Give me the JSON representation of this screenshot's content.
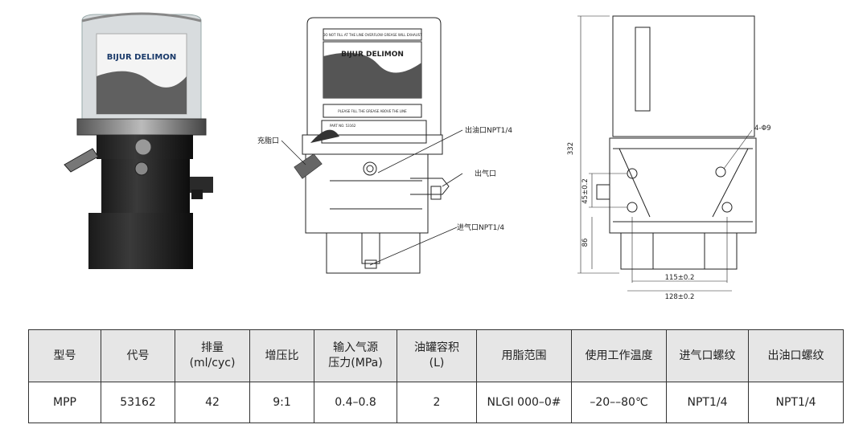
{
  "photo": {
    "brand_logo": "BIJUR DELIMON"
  },
  "front_view": {
    "brand_logo": "BIJUR DELIMON",
    "plate_top_text": "DO NOT FILL AT THE LINE OVERFLOW GREASE WILL EXHAUST",
    "plate_bottom_text": "PLEASE FILL THE GREASE ABOVE THE LINE",
    "nameplate_part": "PART NO.   53162",
    "callouts": {
      "grease_fill": "充脂口",
      "oil_outlet": "出油口NPT1/4",
      "air_outlet": "出气口",
      "air_inlet": "进气口NPT1/4"
    }
  },
  "side_view": {
    "dims": {
      "height": "332",
      "holes": "4-Φ9",
      "mid": "45±0.2",
      "lower": "86",
      "w1": "115±0.2",
      "w2": "128±0.2"
    }
  },
  "table": {
    "headers": [
      "型号",
      "代号",
      "排量\n(ml/cyc)",
      "增压比",
      "输入气源\n压力(MPa)",
      "油罐容积\n(L)",
      "用脂范围",
      "使用工作温度",
      "进气口螺纹",
      "出油口螺纹"
    ],
    "rows": [
      [
        "MPP",
        "53162",
        "42",
        "9:1",
        "0.4–0.8",
        "2",
        "NLGI 000–0#",
        "–20––80℃",
        "NPT1/4",
        "NPT1/4"
      ]
    ]
  }
}
